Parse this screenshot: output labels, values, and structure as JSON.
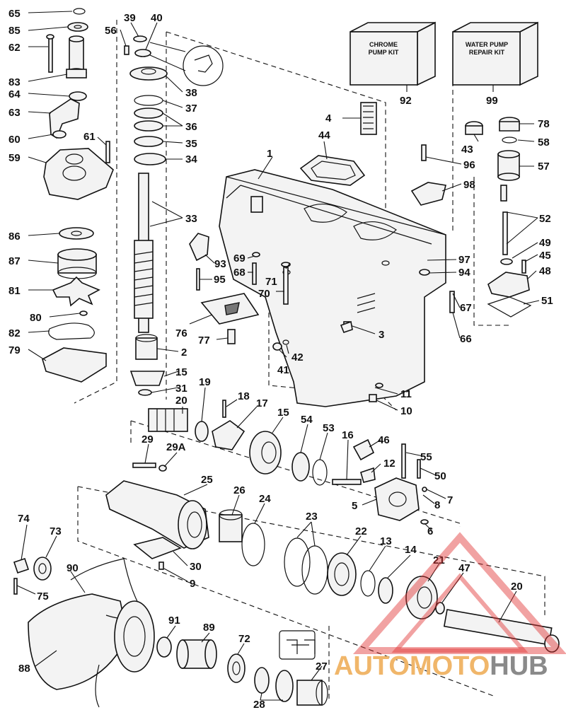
{
  "diagram": {
    "kits": [
      {
        "id": "chrome_pump_kit",
        "line1": "CHROME",
        "line2": "PUMP KIT",
        "ref": "92"
      },
      {
        "id": "water_pump_repair_kit",
        "line1": "WATER PUMP",
        "line2": "REPAIR KIT",
        "ref": "99"
      }
    ],
    "part_labels": [
      {
        "text": "65"
      },
      {
        "text": "85"
      },
      {
        "text": "62"
      },
      {
        "text": "83"
      },
      {
        "text": "64"
      },
      {
        "text": "63"
      },
      {
        "text": "60"
      },
      {
        "text": "61"
      },
      {
        "text": "59"
      },
      {
        "text": "56"
      },
      {
        "text": "39"
      },
      {
        "text": "40"
      },
      {
        "text": "38"
      },
      {
        "text": "37"
      },
      {
        "text": "36"
      },
      {
        "text": "35"
      },
      {
        "text": "34"
      },
      {
        "text": "33"
      },
      {
        "text": "86"
      },
      {
        "text": "87"
      },
      {
        "text": "81"
      },
      {
        "text": "80"
      },
      {
        "text": "82"
      },
      {
        "text": "79"
      },
      {
        "text": "2"
      },
      {
        "text": "15"
      },
      {
        "text": "31"
      },
      {
        "text": "19"
      },
      {
        "text": "20"
      },
      {
        "text": "18"
      },
      {
        "text": "17"
      },
      {
        "text": "15"
      },
      {
        "text": "54"
      },
      {
        "text": "53"
      },
      {
        "text": "16"
      },
      {
        "text": "46"
      },
      {
        "text": "55"
      },
      {
        "text": "12"
      },
      {
        "text": "50"
      },
      {
        "text": "29"
      },
      {
        "text": "29A"
      },
      {
        "text": "25"
      },
      {
        "text": "26"
      },
      {
        "text": "24"
      },
      {
        "text": "23"
      },
      {
        "text": "22"
      },
      {
        "text": "13"
      },
      {
        "text": "14"
      },
      {
        "text": "7"
      },
      {
        "text": "8"
      },
      {
        "text": "5"
      },
      {
        "text": "6"
      },
      {
        "text": "21"
      },
      {
        "text": "47"
      },
      {
        "text": "20"
      },
      {
        "text": "74"
      },
      {
        "text": "73"
      },
      {
        "text": "75"
      },
      {
        "text": "90"
      },
      {
        "text": "30"
      },
      {
        "text": "9"
      },
      {
        "text": "91"
      },
      {
        "text": "89"
      },
      {
        "text": "72"
      },
      {
        "text": "27"
      },
      {
        "text": "28"
      },
      {
        "text": "88"
      },
      {
        "text": "93"
      },
      {
        "text": "95"
      },
      {
        "text": "69"
      },
      {
        "text": "68"
      },
      {
        "text": "71"
      },
      {
        "text": "70"
      },
      {
        "text": "76"
      },
      {
        "text": "77"
      },
      {
        "text": "1"
      },
      {
        "text": "4"
      },
      {
        "text": "44"
      },
      {
        "text": "92"
      },
      {
        "text": "99"
      },
      {
        "text": "43"
      },
      {
        "text": "78"
      },
      {
        "text": "58"
      },
      {
        "text": "96"
      },
      {
        "text": "57"
      },
      {
        "text": "98"
      },
      {
        "text": "52"
      },
      {
        "text": "49"
      },
      {
        "text": "45"
      },
      {
        "text": "97"
      },
      {
        "text": "94"
      },
      {
        "text": "48"
      },
      {
        "text": "67"
      },
      {
        "text": "51"
      },
      {
        "text": "66"
      },
      {
        "text": "3"
      },
      {
        "text": "42"
      },
      {
        "text": "41"
      },
      {
        "text": "11"
      },
      {
        "text": "10"
      }
    ],
    "watermark": {
      "part1": "AUTO",
      "part2": "MOTO",
      "part3": "HUB"
    },
    "colors": {
      "ink": "#111111",
      "paper": "#ffffff",
      "watermark_red": "#e03030",
      "watermark_orange": "#f0b66a",
      "watermark_gray": "#8a8a8a"
    }
  }
}
